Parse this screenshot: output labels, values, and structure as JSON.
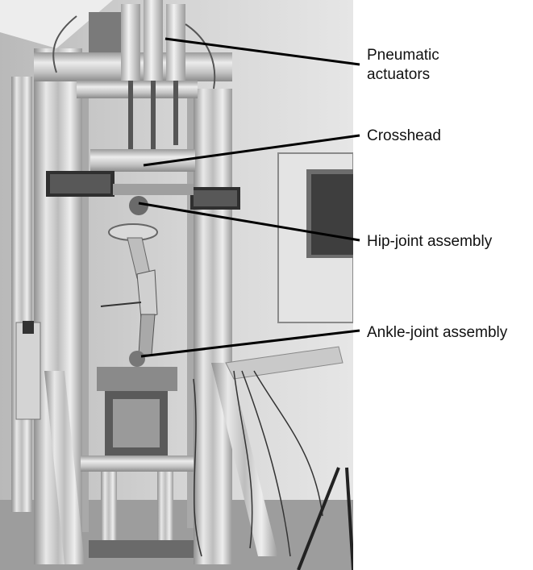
{
  "figure": {
    "photo_description_icon": "materials-testing-rig-photo",
    "labels": {
      "pneumatic_line1": "Pneumatic",
      "pneumatic_line2": "actuators",
      "crosshead": "Crosshead",
      "hip_joint": "Hip-joint assembly",
      "ankle_joint": "Ankle-joint assembly"
    },
    "colors": {
      "label_text": "#111111",
      "leader_line": "#000000"
    }
  }
}
